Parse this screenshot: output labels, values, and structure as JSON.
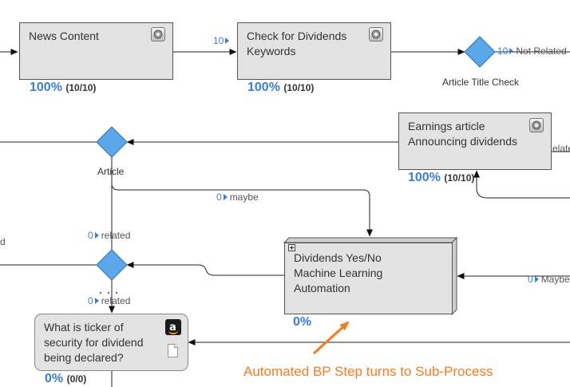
{
  "nodes": {
    "news_content": {
      "title": "News Content",
      "percent": "100%",
      "count": "(10/10)"
    },
    "check_dividends": {
      "title": "Check for Dividends Keywords",
      "percent": "100%",
      "count": "(10/10)"
    },
    "earnings_article": {
      "title": "Earnings article Announcing dividends",
      "percent": "100%",
      "count": "(10/10)"
    },
    "dividends_ml": {
      "title": "Dividends Yes/No Machine Learning Automation",
      "percent": "0%"
    },
    "ticker_task": {
      "title": "What is ticker of security for dividend being declared?",
      "percent": "0%",
      "count": "(0/0)"
    }
  },
  "gateways": {
    "article_title_check": {
      "label": "Article Title Check"
    },
    "article": {
      "label": "Article"
    }
  },
  "flow_labels": {
    "into_check": {
      "count": "10"
    },
    "not_related": {
      "count": "10",
      "text": "Not Related"
    },
    "earnings_related": {
      "text": "elate"
    },
    "maybe_center": {
      "count": "0",
      "text": "maybe"
    },
    "related_upper": {
      "count": "0",
      "text": "related"
    },
    "left_d": {
      "text": "d"
    },
    "related_lower": {
      "count": "0",
      "text": "related"
    },
    "maybe_right": {
      "count": "0",
      "text": "Maybe"
    }
  },
  "annotation": {
    "text": "Automated BP Step turns to Sub-Process"
  },
  "icons": {
    "gear": "gear-icon",
    "subprocess": "plus-icon",
    "amazon": "amazon-icon",
    "document": "document-icon"
  },
  "colors": {
    "node_fill": "#e3e3e3",
    "gateway_fill": "#5aa7ea",
    "percent": "#3b7dd8",
    "annotation": "#f47b20"
  }
}
